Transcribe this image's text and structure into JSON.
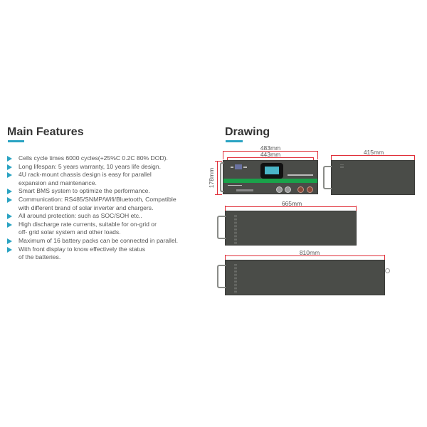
{
  "main_features": {
    "title": "Main Features",
    "items": [
      {
        "lines": [
          "Cells cycle times 6000 cycles(+25%C 0.2C 80% DOD)."
        ]
      },
      {
        "lines": [
          "Long lifespan: 5 years warranty, 10 years life design."
        ]
      },
      {
        "lines": [
          "4U rack-mount chassis design is easy for parallel",
          "expansion and maintenance."
        ]
      },
      {
        "lines": [
          "Smart BMS system to optimize the performance."
        ]
      },
      {
        "lines": [
          "Communication: RS485/SNMP/Wifi/Bluetooth, Compatible",
          "with different brand of solar inverter and chargers."
        ]
      },
      {
        "lines": [
          "All around protection: such as SOC/SOH etc.."
        ]
      },
      {
        "lines": [
          "High discharge rate currents, suitable for on-grid or",
          "off- grid solar system and other loads."
        ]
      },
      {
        "lines": [
          "Maximum of 16 battery packs can be connected in parallel."
        ]
      },
      {
        "lines": [
          "With front display to know effectively the status",
          "of the batteries."
        ]
      }
    ],
    "accent_color": "#2aa3c2"
  },
  "drawing": {
    "title": "Drawing",
    "front_view": {
      "width_outer": "483mm",
      "width_inner": "443mm",
      "height": "178mm"
    },
    "side_view": {
      "depth": "415mm"
    },
    "top_view_1": {
      "length": "665mm"
    },
    "top_view_2": {
      "length": "810mm"
    },
    "dimension_color": "#e0303a",
    "chassis_color": "#4a4c48",
    "display_color": "#4ab6c8",
    "green_band_color": "#1aa24a"
  }
}
